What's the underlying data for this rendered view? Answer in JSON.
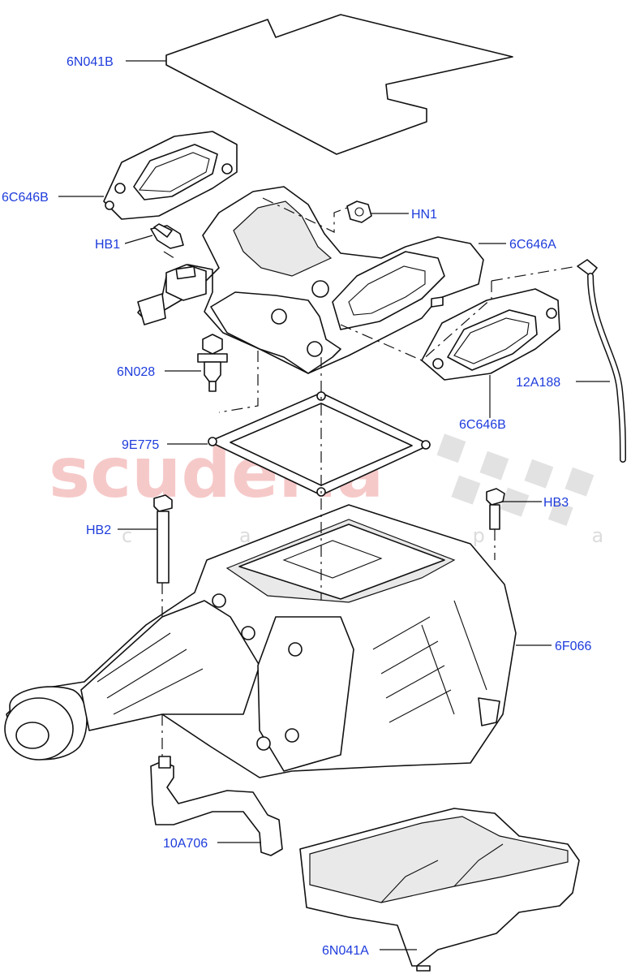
{
  "watermark": {
    "brand": "scuderia",
    "sub": "c a r p a r t s"
  },
  "labels": {
    "6N041B": "6N041B",
    "6C646B_top": "6C646B",
    "HN1": "HN1",
    "HB1": "HB1",
    "6C646A": "6C646A",
    "12A188": "12A188",
    "6N028": "6N028",
    "6C646B_bottom": "6C646B",
    "9E775": "9E775",
    "HB3": "HB3",
    "HB2": "HB2",
    "6F066": "6F066",
    "10A706": "10A706",
    "6N041A": "6N041A"
  },
  "colors": {
    "label": "#1e3cdc",
    "watermark": "#f4b8b8",
    "line": "#111111"
  }
}
